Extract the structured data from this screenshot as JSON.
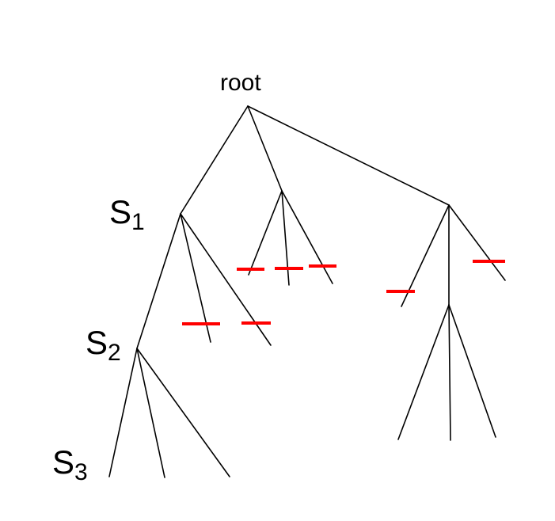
{
  "tree": {
    "root_label": "root",
    "levels": [
      {
        "letter": "S",
        "subscript": "1"
      },
      {
        "letter": "S",
        "subscript": "2"
      },
      {
        "letter": "S",
        "subscript": "3"
      }
    ]
  },
  "colors": {
    "background": "#ffffff",
    "edge": "#000000",
    "prune_mark": "#ff0000"
  }
}
